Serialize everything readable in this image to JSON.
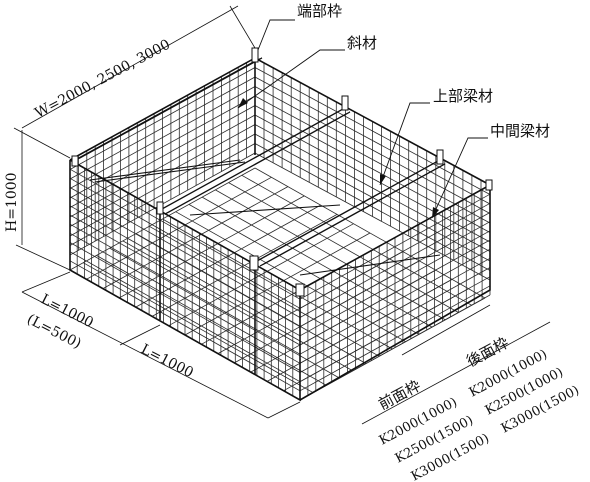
{
  "labels": {
    "end_frame": "端部枠",
    "diagonal": "斜材",
    "top_beam": "上部梁材",
    "mid_beam": "中間梁材",
    "front_frame": "前面枠",
    "rear_frame": "後面枠"
  },
  "dimensions": {
    "width": "W=2000, 2500, 3000",
    "height": "H=1000",
    "length_a": "L=1000",
    "length_a_alt": "(L=500)",
    "length_b": "L=1000"
  },
  "front_codes": [
    "K2000(1000)",
    "K2500(1500)",
    "K3000(1500)"
  ],
  "rear_codes": [
    "K2000(1000)",
    "K2500(1000)",
    "K3000(1500)"
  ],
  "colors": {
    "line": "#1a1a1a",
    "mesh": "#2b2b2b"
  }
}
